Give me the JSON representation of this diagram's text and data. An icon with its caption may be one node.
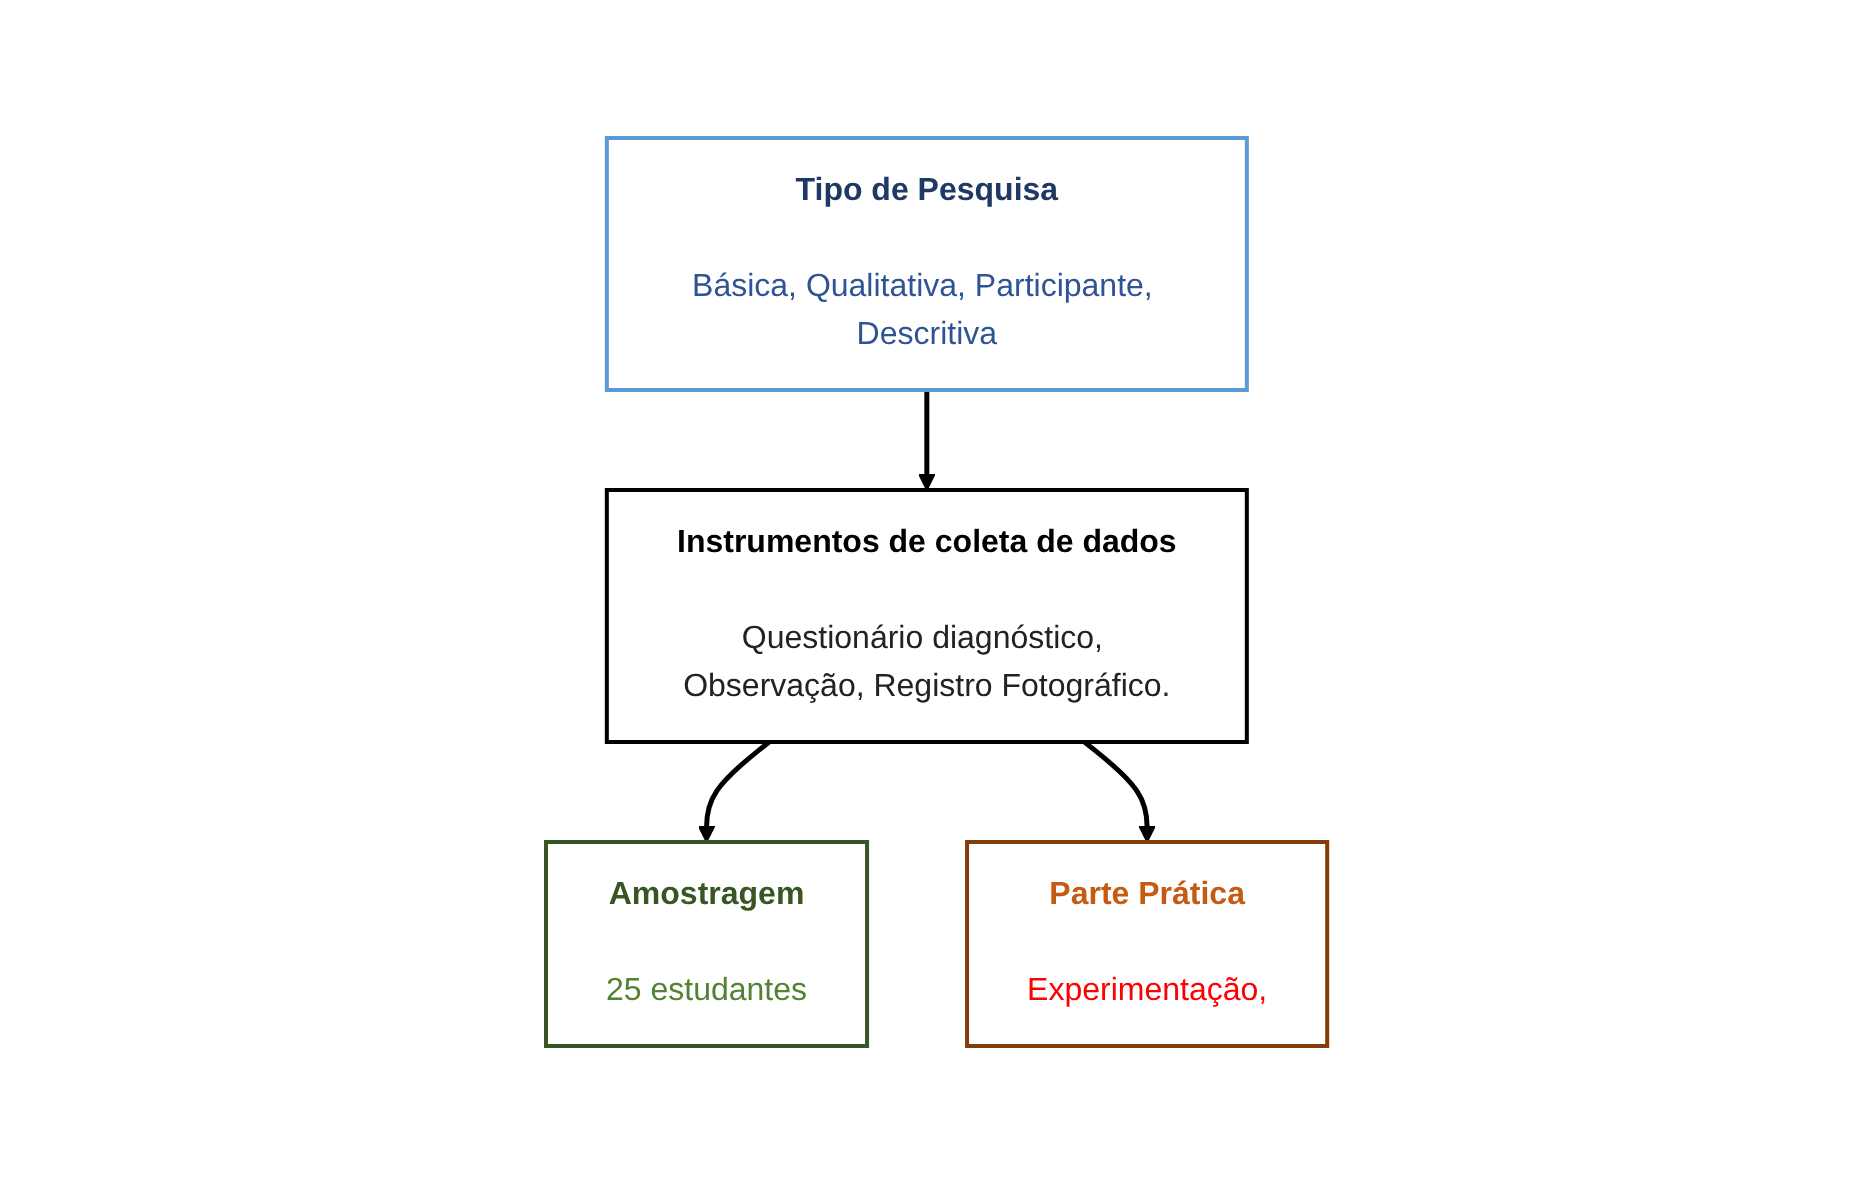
{
  "diagram": {
    "nodes": [
      {
        "text": [
          "Tipo de Pesquisa",
          "Básica, Qualitativa, Participante, Descritiva"
        ]
      },
      {
        "text": [
          "Instrumentos de coleta de dados",
          "Questionário diagnóstico, Observação, Registro Fotográfico."
        ]
      },
      {
        "text": [
          "Amostragem",
          "25 estudantes"
        ]
      },
      {
        "text": [
          "Parte Prática",
          "Experimentação,"
        ]
      }
    ],
    "edges": [
      {
        "from": 0,
        "to": 1,
        "arrow": "to"
      },
      {
        "from": 1,
        "to": 2,
        "arrow": "to"
      },
      {
        "from": 1,
        "to": 3,
        "arrow": "to"
      }
    ]
  }
}
